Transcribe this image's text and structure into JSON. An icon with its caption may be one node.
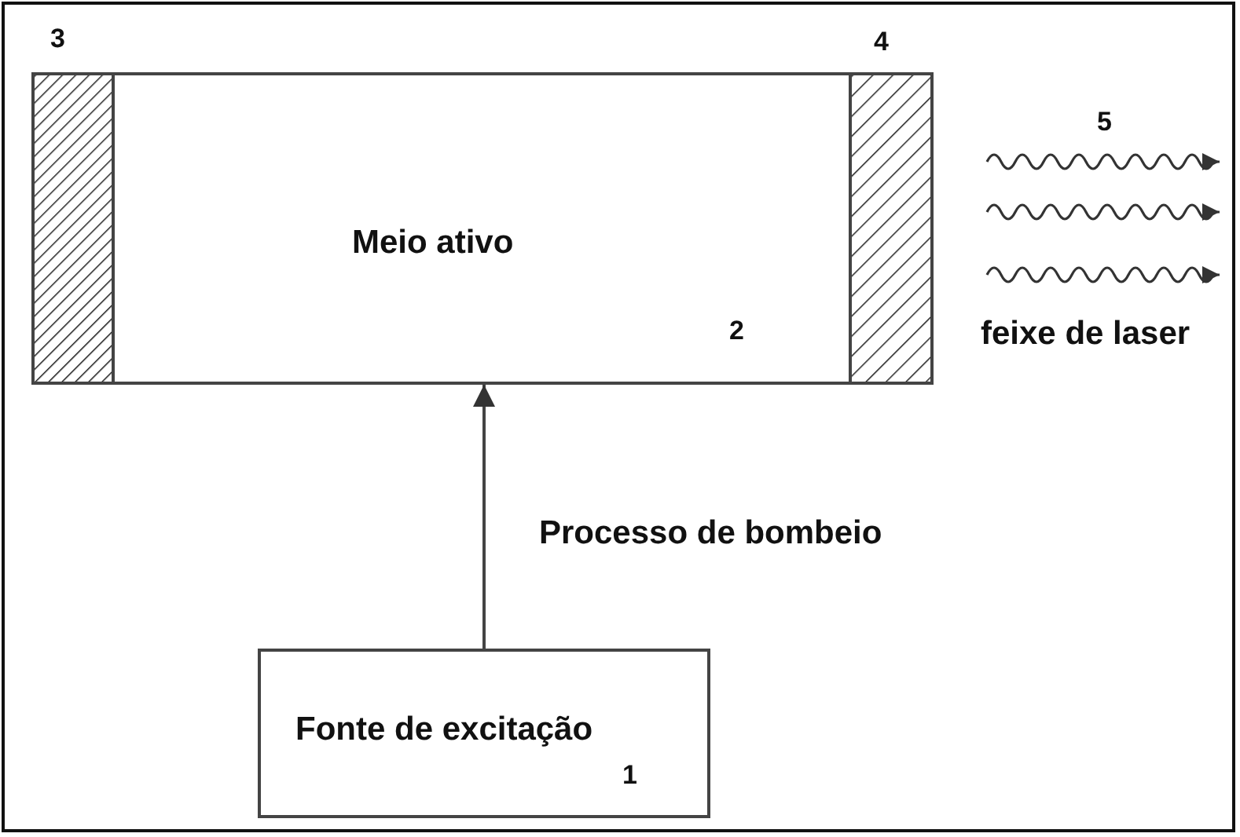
{
  "diagram": {
    "nodes": [
      {
        "text": [
          "Meio ativo",
          "2"
        ]
      },
      {
        "text": [],
        "shape": "box",
        "in": 0,
        "beside": [
          "3"
        ]
      },
      {
        "text": [],
        "shape": "box",
        "in": 0,
        "beside": [
          "4"
        ]
      },
      {
        "text": [
          "Fonte de excitação",
          "1"
        ]
      }
    ],
    "edges": [
      {
        "from": 3,
        "to": 0,
        "arrow": "to",
        "label": "Processo de bombeio"
      }
    ],
    "labels": [
      "5",
      "feixe de laser"
    ]
  }
}
